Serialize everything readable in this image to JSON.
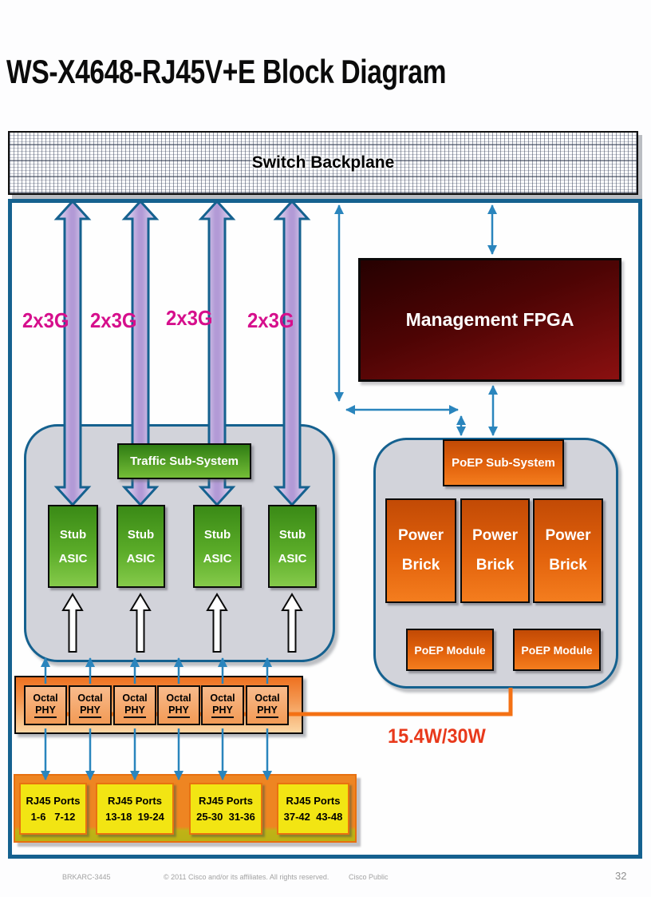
{
  "slide": {
    "title": "WS-X4648-RJ45V+E Block Diagram"
  },
  "backplane": {
    "label": "Switch Backplane"
  },
  "uplinks": {
    "labels": [
      "2x3G",
      "2x3G",
      "2x3G",
      "2x3G"
    ]
  },
  "fpga": {
    "label": "Management FPGA"
  },
  "traffic": {
    "label": "Traffic Sub-System",
    "stubs": [
      {
        "line1": "Stub",
        "line2": "ASIC"
      },
      {
        "line1": "Stub",
        "line2": "ASIC"
      },
      {
        "line1": "Stub",
        "line2": "ASIC"
      },
      {
        "line1": "Stub",
        "line2": "ASIC"
      }
    ]
  },
  "poep": {
    "label": "PoEP Sub-System",
    "bricks": [
      {
        "line1": "Power",
        "line2": "Brick"
      },
      {
        "line1": "Power",
        "line2": "Brick"
      },
      {
        "line1": "Power",
        "line2": "Brick"
      }
    ],
    "modules": [
      "PoEP Module",
      "PoEP Module"
    ],
    "power_rating": "15.4W/30W"
  },
  "phys": {
    "units": [
      {
        "line1": "Octal",
        "line2": "PHY"
      },
      {
        "line1": "Octal",
        "line2": "PHY"
      },
      {
        "line1": "Octal",
        "line2": "PHY"
      },
      {
        "line1": "Octal",
        "line2": "PHY"
      },
      {
        "line1": "Octal",
        "line2": "PHY"
      },
      {
        "line1": "Octal",
        "line2": "PHY"
      }
    ]
  },
  "rj45": {
    "banks": [
      {
        "line1": "RJ45 Ports",
        "line2": "1-6   7-12"
      },
      {
        "line1": "RJ45 Ports",
        "line2": "13-18  19-24"
      },
      {
        "line1": "RJ45 Ports",
        "line2": "25-30  31-36"
      },
      {
        "line1": "RJ45 Ports",
        "line2": "37-42  43-48"
      }
    ]
  },
  "footer": {
    "session": "BRKARC-3445",
    "copyright": "© 2011 Cisco and/or its affiliates. All rights reserved.",
    "classification": "Cisco Public",
    "page": "32"
  },
  "colors": {
    "container_border_teal": "#15618f",
    "thin_arrow_blue": "#2a85bd",
    "uplink_arrow_lavender": "#b29ad6",
    "uplink_text_magenta": "#d60f8c",
    "power_text_red": "#e8391b",
    "poe_line_orange": "#f47114",
    "green_gradient_top": "#2f7d13",
    "green_gradient_bottom": "#74bd37",
    "fpga_maroon": "#6b0a0a",
    "orange_gradient_top": "#c24a05",
    "orange_gradient_bottom": "#f47d1e",
    "rj45_yellow": "#f2e513",
    "rj45_border_orange": "#e87210",
    "subsystem_gray": "#d2d3da"
  }
}
